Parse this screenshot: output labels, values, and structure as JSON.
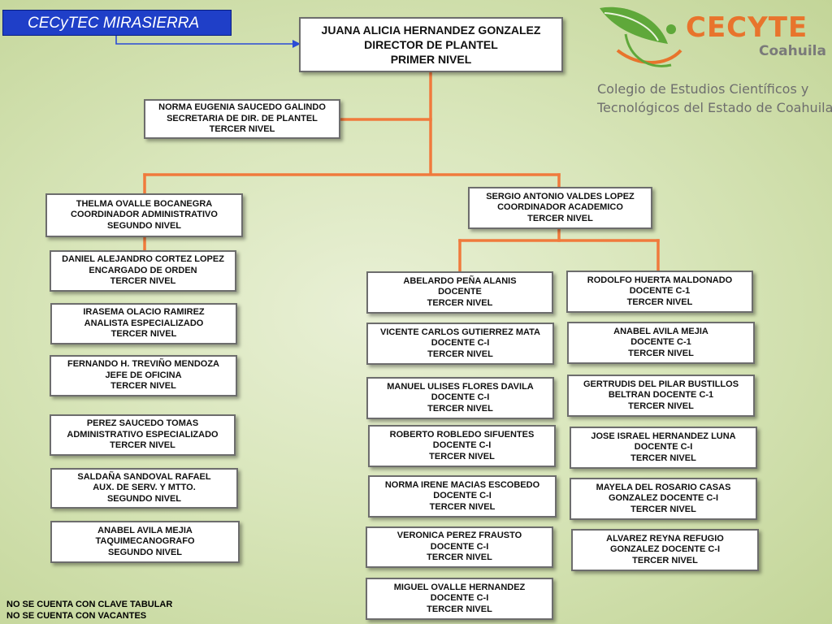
{
  "header_tag": "CECyTEC MIRASIERRA",
  "logo": {
    "brand": "CECYTE",
    "state": "Coahuila",
    "subtitle_line1": "Colegio de Estudios Científicos y",
    "subtitle_line2": "Tecnológicos del Estado de Coahuila"
  },
  "director": [
    "JUANA ALICIA HERNANDEZ GONZALEZ",
    "DIRECTOR DE PLANTEL",
    "PRIMER NIVEL"
  ],
  "secretary": [
    "NORMA EUGENIA SAUCEDO GALINDO",
    "SECRETARIA DE DIR. DE PLANTEL",
    "TERCER NIVEL"
  ],
  "admin_coordinator": [
    "THELMA OVALLE BOCANEGRA",
    "COORDINADOR ADMINISTRATIVO",
    "SEGUNDO NIVEL"
  ],
  "academic_coordinator": [
    "SERGIO ANTONIO VALDES LOPEZ",
    "COORDINADOR ACADEMICO",
    "TERCER NIVEL"
  ],
  "admin_staff": [
    [
      "DANIEL ALEJANDRO CORTEZ LOPEZ",
      "ENCARGADO DE ORDEN",
      "TERCER NIVEL"
    ],
    [
      "IRASEMA OLACIO RAMIREZ",
      "ANALISTA ESPECIALIZADO",
      "TERCER NIVEL"
    ],
    [
      "FERNANDO H. TREVIÑO MENDOZA",
      "JEFE DE OFICINA",
      "TERCER NIVEL"
    ],
    [
      "PEREZ SAUCEDO TOMAS",
      "ADMINISTRATIVO ESPECIALIZADO",
      "TERCER NIVEL"
    ],
    [
      "SALDAÑA SANDOVAL RAFAEL",
      "AUX. DE SERV. Y MTTO.",
      "SEGUNDO NIVEL"
    ],
    [
      "ANABEL AVILA MEJIA",
      "TAQUIMECANOGRAFO",
      "SEGUNDO NIVEL"
    ]
  ],
  "teachers_left": [
    [
      "ABELARDO PEÑA ALANIS",
      "DOCENTE",
      "TERCER NIVEL"
    ],
    [
      "VICENTE CARLOS GUTIERREZ MATA",
      "DOCENTE C-I",
      "TERCER NIVEL"
    ],
    [
      "MANUEL ULISES FLORES DAVILA",
      "DOCENTE  C-I",
      "TERCER NIVEL"
    ],
    [
      "ROBERTO ROBLEDO SIFUENTES",
      "DOCENTE  C-I",
      "TERCER NIVEL"
    ],
    [
      "NORMA IRENE MACIAS ESCOBEDO",
      "DOCENTE  C-I",
      "TERCER NIVEL"
    ],
    [
      "VERONICA PEREZ FRAUSTO",
      "DOCENTE  C-I",
      "TERCER NIVEL"
    ],
    [
      "MIGUEL OVALLE HERNANDEZ",
      "DOCENTE  C-I",
      "TERCER NIVEL"
    ]
  ],
  "teachers_right": [
    [
      "RODOLFO HUERTA MALDONADO",
      "DOCENTE C-1",
      "TERCER NIVEL"
    ],
    [
      "ANABEL AVILA MEJIA",
      "DOCENTE C-1",
      "TERCER NIVEL"
    ],
    [
      "GERTRUDIS DEL PILAR BUSTILLOS",
      "BELTRAN DOCENTE C-1",
      "TERCER NIVEL"
    ],
    [
      "JOSE ISRAEL HERNANDEZ LUNA",
      "DOCENTE C-I",
      "TERCER NIVEL"
    ],
    [
      "MAYELA DEL ROSARIO CASAS",
      "GONZALEZ DOCENTE  C-I",
      "TERCER NIVEL"
    ],
    [
      "ALVAREZ REYNA REFUGIO",
      "GONZALEZ DOCENTE  C-I",
      "TERCER NIVEL"
    ]
  ],
  "notes": [
    "NO SE CUENTA CON CLAVE TABULAR",
    "NO SE CUENTA CON VACANTES"
  ],
  "colors": {
    "connector": "#f07a3c",
    "tag_bg": "#1f3fc8",
    "logo_orange": "#e8742c",
    "logo_green": "#5fa83a",
    "logo_gray": "#6e6e6e"
  }
}
